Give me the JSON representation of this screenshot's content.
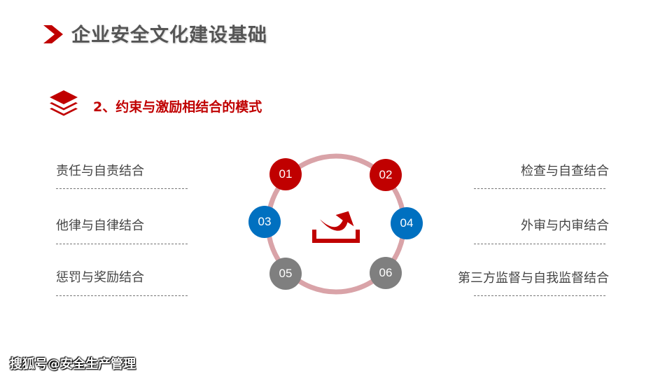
{
  "header": {
    "title": "企业安全文化建设基础"
  },
  "section": {
    "title": "2、约束与激励相结合的模式"
  },
  "left_items": [
    {
      "label": "责任与自责结合"
    },
    {
      "label": "他律与自律结合"
    },
    {
      "label": "惩罚与奖励结合"
    }
  ],
  "right_items": [
    {
      "label": "检查与自查结合"
    },
    {
      "label": "外审与内审结合"
    },
    {
      "label": "第三方监督与自我监督结合"
    }
  ],
  "nodes": [
    {
      "label": "01",
      "color": "#c00000"
    },
    {
      "label": "02",
      "color": "#c00000"
    },
    {
      "label": "03",
      "color": "#0070c0"
    },
    {
      "label": "04",
      "color": "#0070c0"
    },
    {
      "label": "05",
      "color": "#7f7f7f"
    },
    {
      "label": "06",
      "color": "#7f7f7f"
    }
  ],
  "colors": {
    "accent": "#c00000",
    "ring": "#d9a3a8",
    "title_gray": "#555555"
  },
  "icons": {
    "title": "chevron-right-icon",
    "section": "layers-icon",
    "center": "upload-arrow-icon"
  },
  "watermark": {
    "text": "搜狐号@安全生产管理"
  }
}
